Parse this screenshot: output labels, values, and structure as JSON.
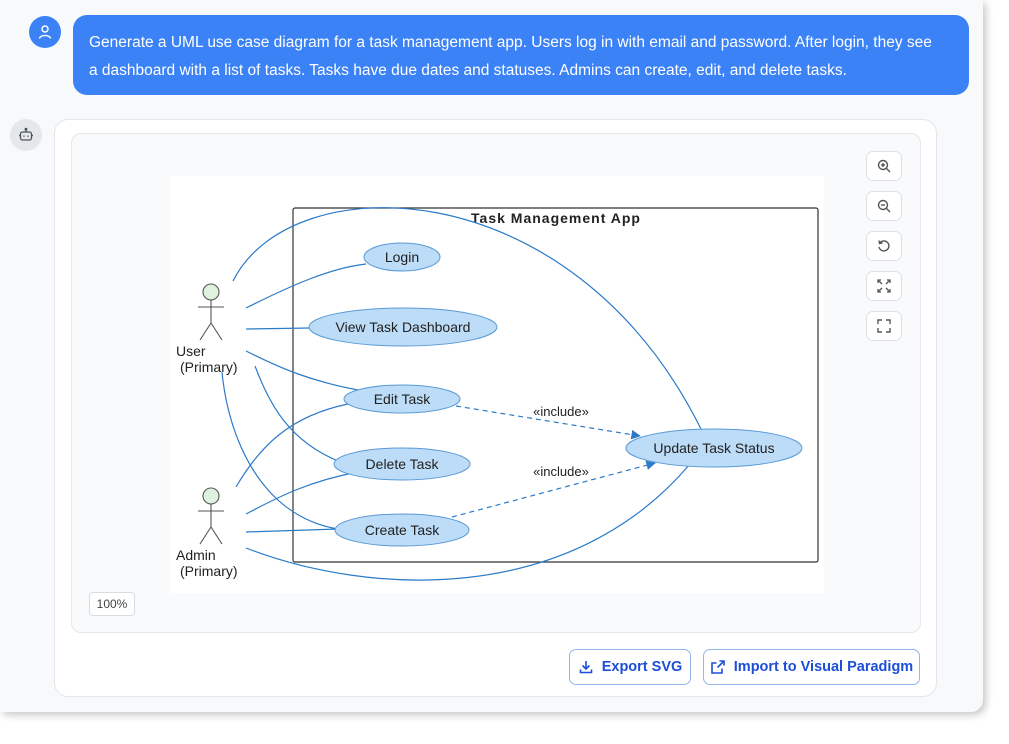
{
  "prompt": {
    "line1": "Generate a UML use case diagram for a task management app. Users log in with email and password. After login, they see",
    "line2": "a dashboard with a list of tasks. Tasks have due dates and statuses. Admins can create, edit, and delete tasks."
  },
  "diagram": {
    "system_title": "Task Management App",
    "actors": {
      "user_name": "User",
      "user_role": "(Primary)",
      "admin_name": "Admin",
      "admin_role": "(Primary)"
    },
    "use_cases": {
      "login": "Login",
      "view_dashboard": "View Task Dashboard",
      "edit_task": "Edit Task",
      "delete_task": "Delete Task",
      "create_task": "Create Task",
      "update_status": "Update Task Status"
    },
    "include_label": "«include»",
    "colors": {
      "line": "#2b7bc9",
      "usecase_fill": "#bcdcf7",
      "usecase_stroke": "#5a9ad6",
      "actor_head": "#dff2df"
    }
  },
  "controls": {
    "zoom_in_icon": "zoom-in-icon",
    "zoom_out_icon": "zoom-out-icon",
    "reset_icon": "reset-icon",
    "fit_icon": "fit-icon",
    "fullscreen_icon": "fullscreen-icon",
    "zoom_level": "100%"
  },
  "actions": {
    "export_svg": "Export SVG",
    "import_vp": "Import to Visual Paradigm"
  },
  "colors": {
    "accent": "#3b82f6",
    "action_text": "#1d4ed8"
  }
}
